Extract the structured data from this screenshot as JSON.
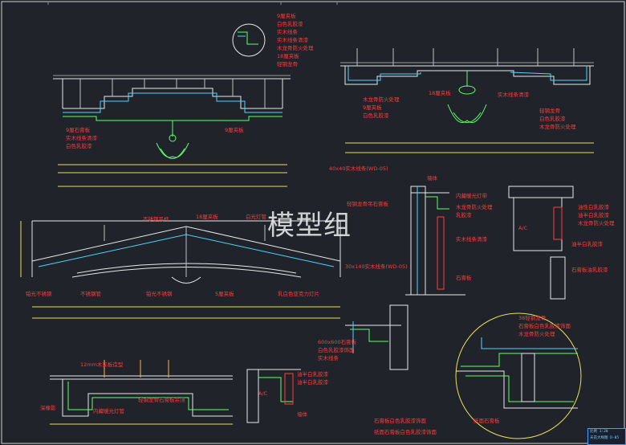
{
  "watermark": "模型组",
  "title_block": {
    "line1": "比例 1:20",
    "line2": "天花大样图 D-05"
  },
  "labels": {
    "a1": "9厘夹板",
    "a2": "白色乳胶漆",
    "a3": "实木线条",
    "a4": "实木线条清漆",
    "a5": "木龙骨防火处理",
    "a6": "18厘夹板",
    "a7": "轻钢龙骨",
    "a8": "9厘石膏板",
    "a9": "实木线条清漆",
    "a10": "白色乳胶漆",
    "a11": "9厘夹板",
    "b1": "18厘夹板",
    "b2": "木龙骨防火处理",
    "b3": "9厘夹板",
    "b4": "白色乳胶漆",
    "b5": "实木线条清漆",
    "b6": "轻钢龙骨",
    "b7": "白色乳胶漆",
    "b8": "木龙骨防火处理",
    "c1": "不锈钢吊杆",
    "c2": "18厘夹板",
    "c3": "白光灯管",
    "c4": "铂光不锈钢",
    "c5": "不锈钢管",
    "c6": "铂光不锈钢",
    "c7": "5厘夹板",
    "c8": "乳白色亚克力灯片",
    "d1": "40x40实木线条(WD-05)",
    "d2": "墙体",
    "d3": "轻钢龙骨吊石膏板",
    "d4": "内藏暖光灯带",
    "d5": "木龙骨防火处理",
    "d6": "乳胶漆",
    "d7": "实木线条清漆",
    "d8": "30x140实木线条(WD-05)",
    "d9": "石膏板",
    "e1": "油性白乳胶漆",
    "e2": "油半白乳胶漆",
    "e3": "木龙骨防火处理",
    "e4": "油半白乳胶漆",
    "e5": "石膏板油乳胶漆",
    "f1": "12mm木夹板造型",
    "f2": "轻钢龙骨石膏板吊顶",
    "f3": "深橡影",
    "f4": "内藏暖光灯管",
    "g1": "油半白乳胶漆",
    "g2": "油半白乳胶漆",
    "g3": "墙体",
    "h1": "600x600石膏板",
    "h2": "白色乳胶漆饰面",
    "h3": "实木线条",
    "i1": "38轻钢龙骨",
    "i2": "石膏板白色乳胶漆饰面",
    "i3": "木龙骨防火处理",
    "i4": "石膏板白色乳胶漆饰面",
    "i5": "纸面石膏板",
    "i6": "纸面石膏板白色乳胶漆饰面"
  }
}
